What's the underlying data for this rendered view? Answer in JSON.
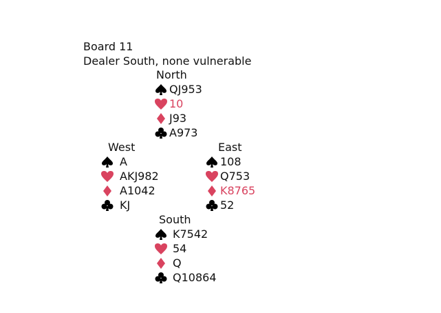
{
  "board": {
    "title": "Board 11",
    "subtitle": "Dealer South, none vulnerable"
  },
  "colors": {
    "black_suit": "#000000",
    "red_suit": "#d9435f"
  },
  "icons": {
    "spades": "spade-icon",
    "hearts": "heart-icon",
    "diamonds": "diamond-icon",
    "clubs": "club-icon"
  },
  "hands": {
    "north": {
      "seat": "North",
      "spades": "QJ953",
      "hearts": "10",
      "diamonds": "J93",
      "clubs": "A973"
    },
    "west": {
      "seat": "West",
      "spades": "A",
      "hearts": "AKJ982",
      "diamonds": "A1042",
      "clubs": "KJ"
    },
    "east": {
      "seat": "East",
      "spades": "108",
      "hearts": "Q753",
      "diamonds": "K8765",
      "clubs": "52"
    },
    "south": {
      "seat": "South",
      "spades": "K7542",
      "hearts": "54",
      "diamonds": "Q",
      "clubs": "Q10864"
    }
  }
}
